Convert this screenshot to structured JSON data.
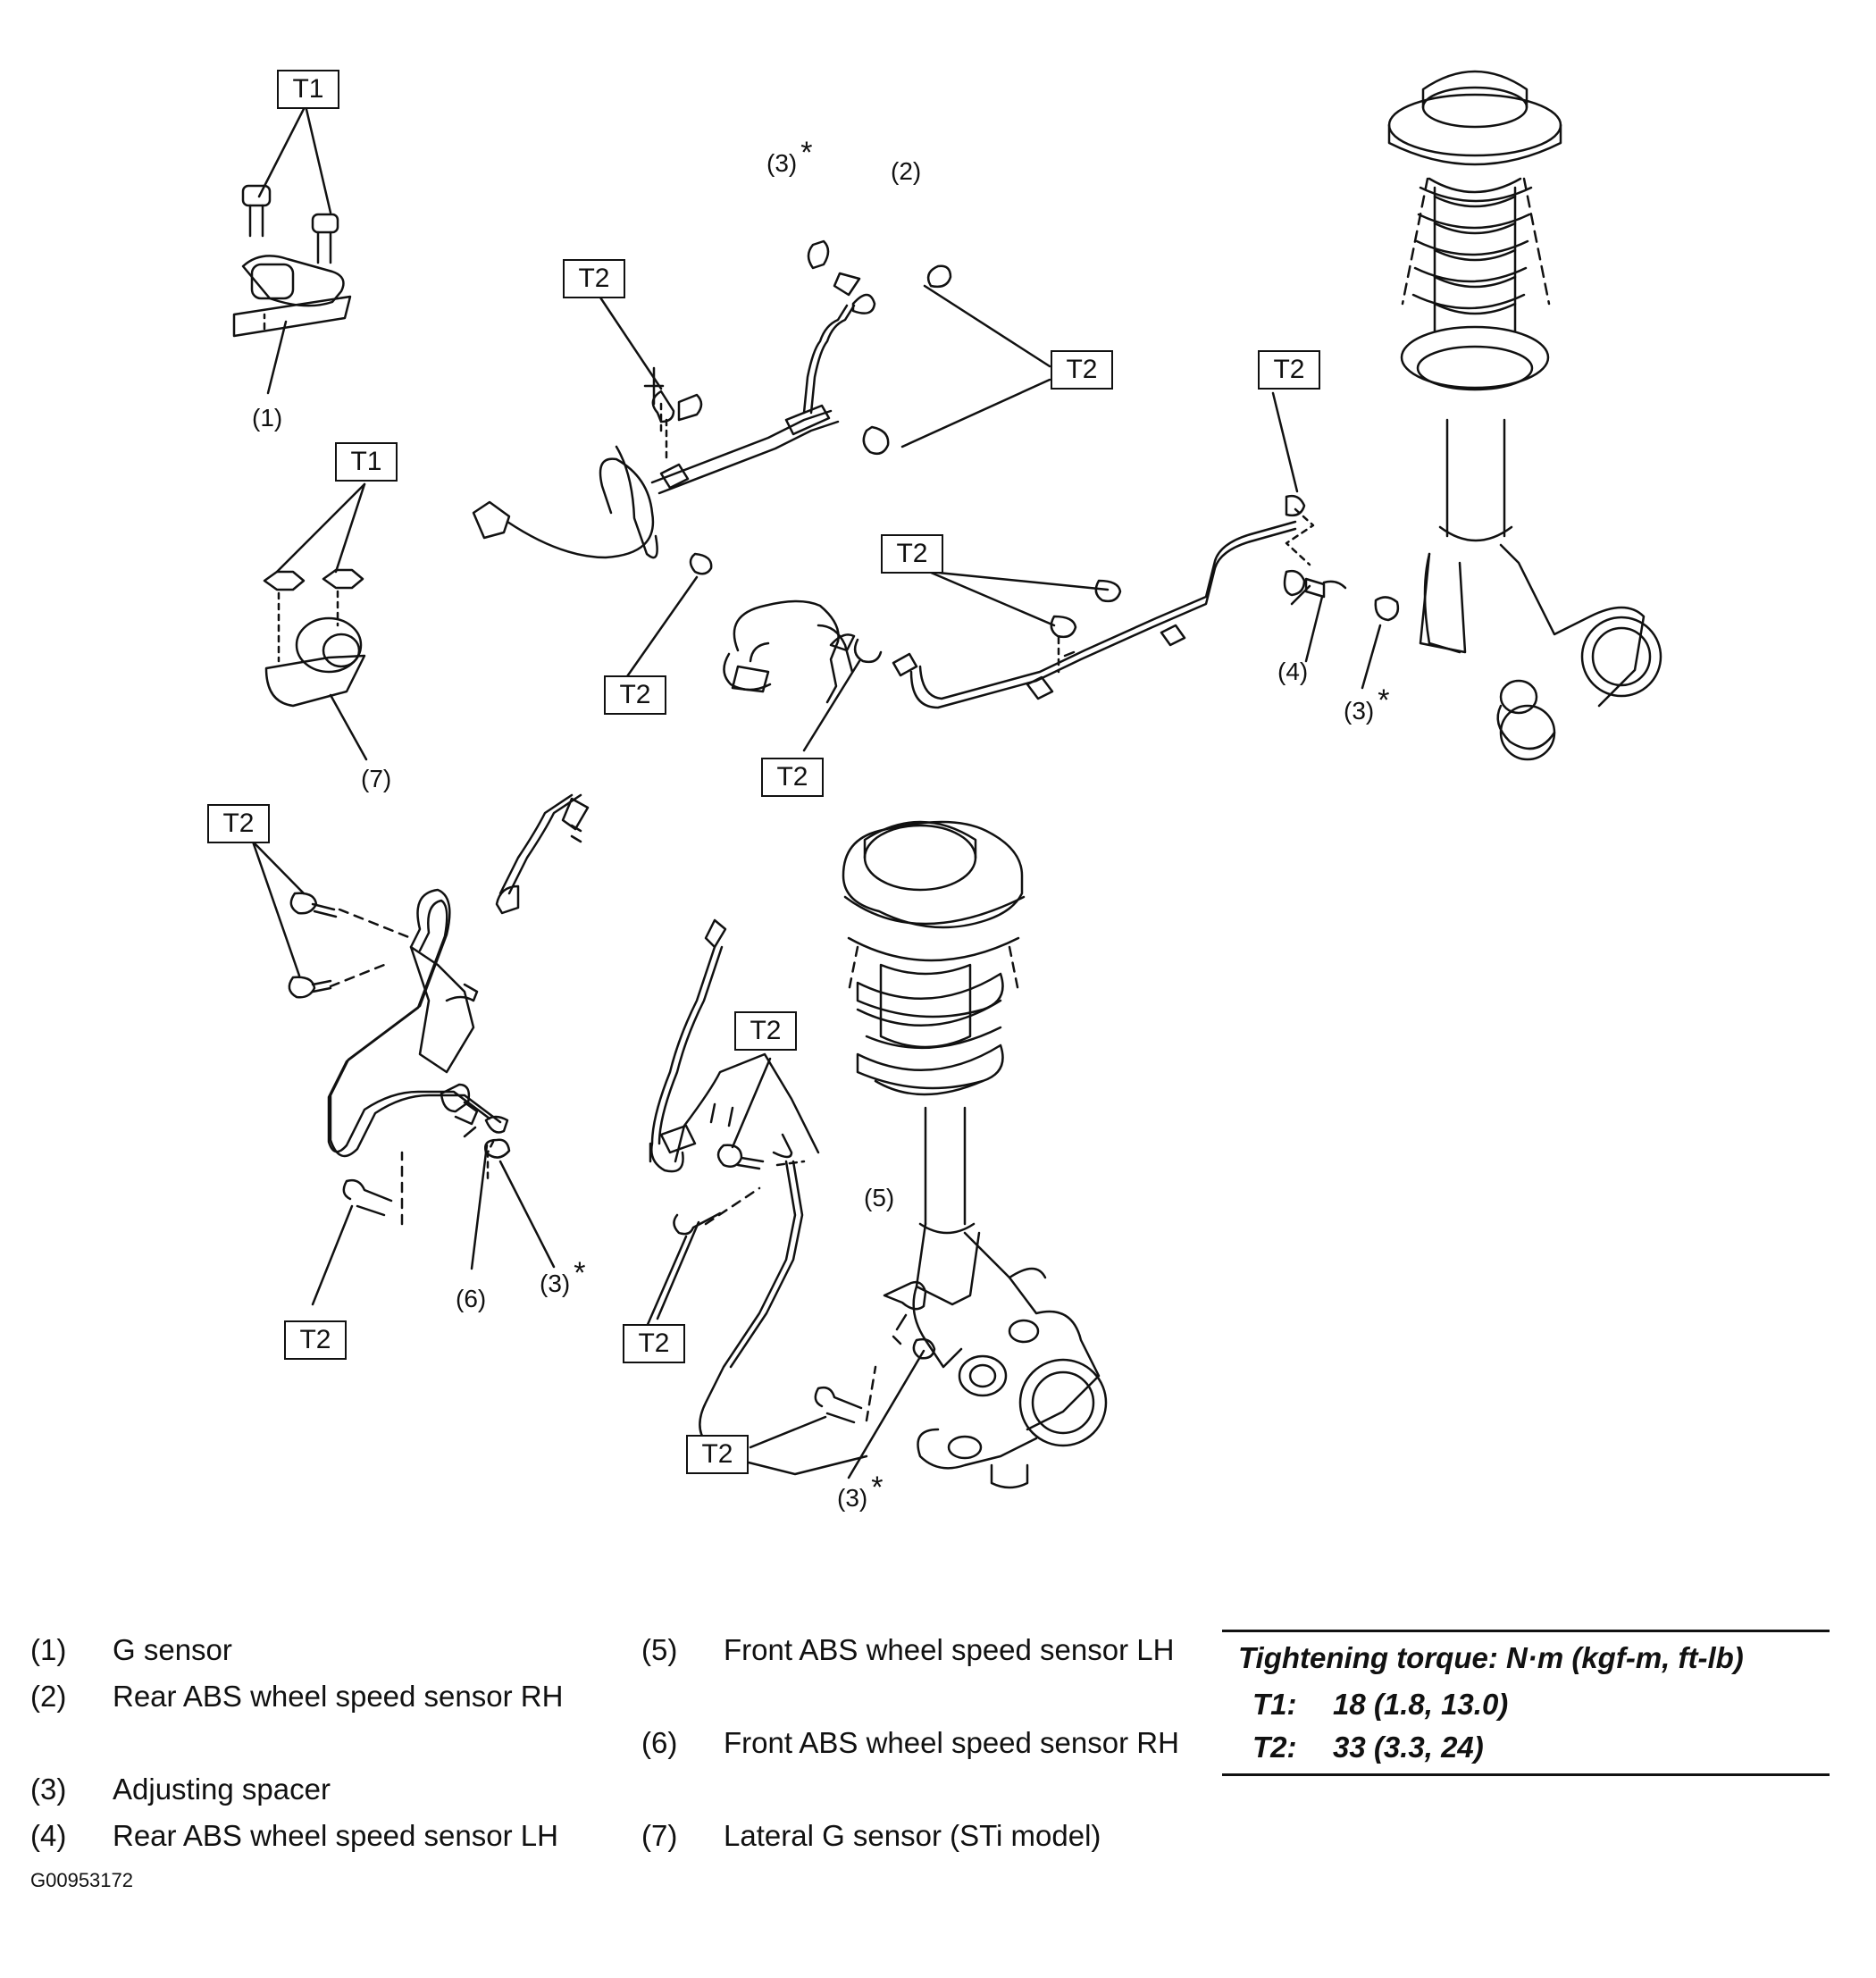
{
  "torque_labels": [
    "T1",
    "T2"
  ],
  "callouts": {
    "c1": "(1)",
    "c2": "(2)",
    "c3": "(3)",
    "c4": "(4)",
    "c5": "(5)",
    "c6": "(6)",
    "c7": "(7)",
    "asterisk": "*"
  },
  "legend": [
    {
      "num": "(1)",
      "text": "G sensor"
    },
    {
      "num": "(2)",
      "text": "Rear ABS wheel speed sensor RH"
    },
    {
      "num": "(3)",
      "text": "Adjusting spacer"
    },
    {
      "num": "(4)",
      "text": "Rear ABS wheel speed sensor LH"
    },
    {
      "num": "(5)",
      "text": "Front ABS wheel speed sensor LH"
    },
    {
      "num": "(6)",
      "text": "Front ABS wheel speed sensor RH"
    },
    {
      "num": "(7)",
      "text": "Lateral G sensor (STi model)"
    }
  ],
  "torque_spec": {
    "title": "Tightening torque: N·m (kgf-m, ft-lb)",
    "rows": [
      {
        "key": "T1:",
        "value": "18 (1.8, 13.0)"
      },
      {
        "key": "T2:",
        "value": "33 (3.3, 24)"
      }
    ]
  },
  "figure_id": "G00953172"
}
